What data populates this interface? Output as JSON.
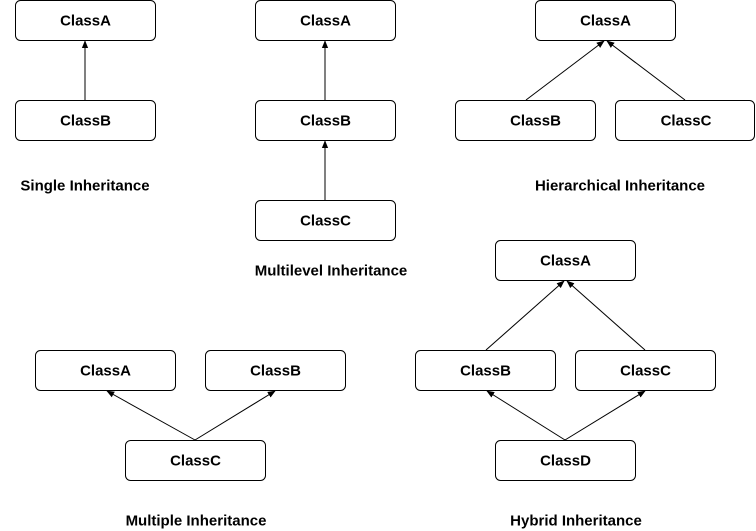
{
  "colors": {
    "stroke": "#000000",
    "fill": "#ffffff",
    "text": "#000000"
  },
  "single": {
    "title": "Single Inheritance",
    "class_a": "ClassA",
    "class_b": "ClassB"
  },
  "multilevel": {
    "title": "Multilevel Inheritance",
    "class_a": "ClassA",
    "class_b": "ClassB",
    "class_c": "ClassC"
  },
  "hierarchical": {
    "title": "Hierarchical Inheritance",
    "class_a": "ClassA",
    "class_b": "ClassB",
    "class_c": "ClassC"
  },
  "multiple": {
    "title": "Multiple Inheritance",
    "class_a": "ClassA",
    "class_b": "ClassB",
    "class_c": "ClassC"
  },
  "hybrid": {
    "title": "Hybrid Inheritance",
    "class_a": "ClassA",
    "class_b": "ClassB",
    "class_c": "ClassC",
    "class_d": "ClassD"
  }
}
